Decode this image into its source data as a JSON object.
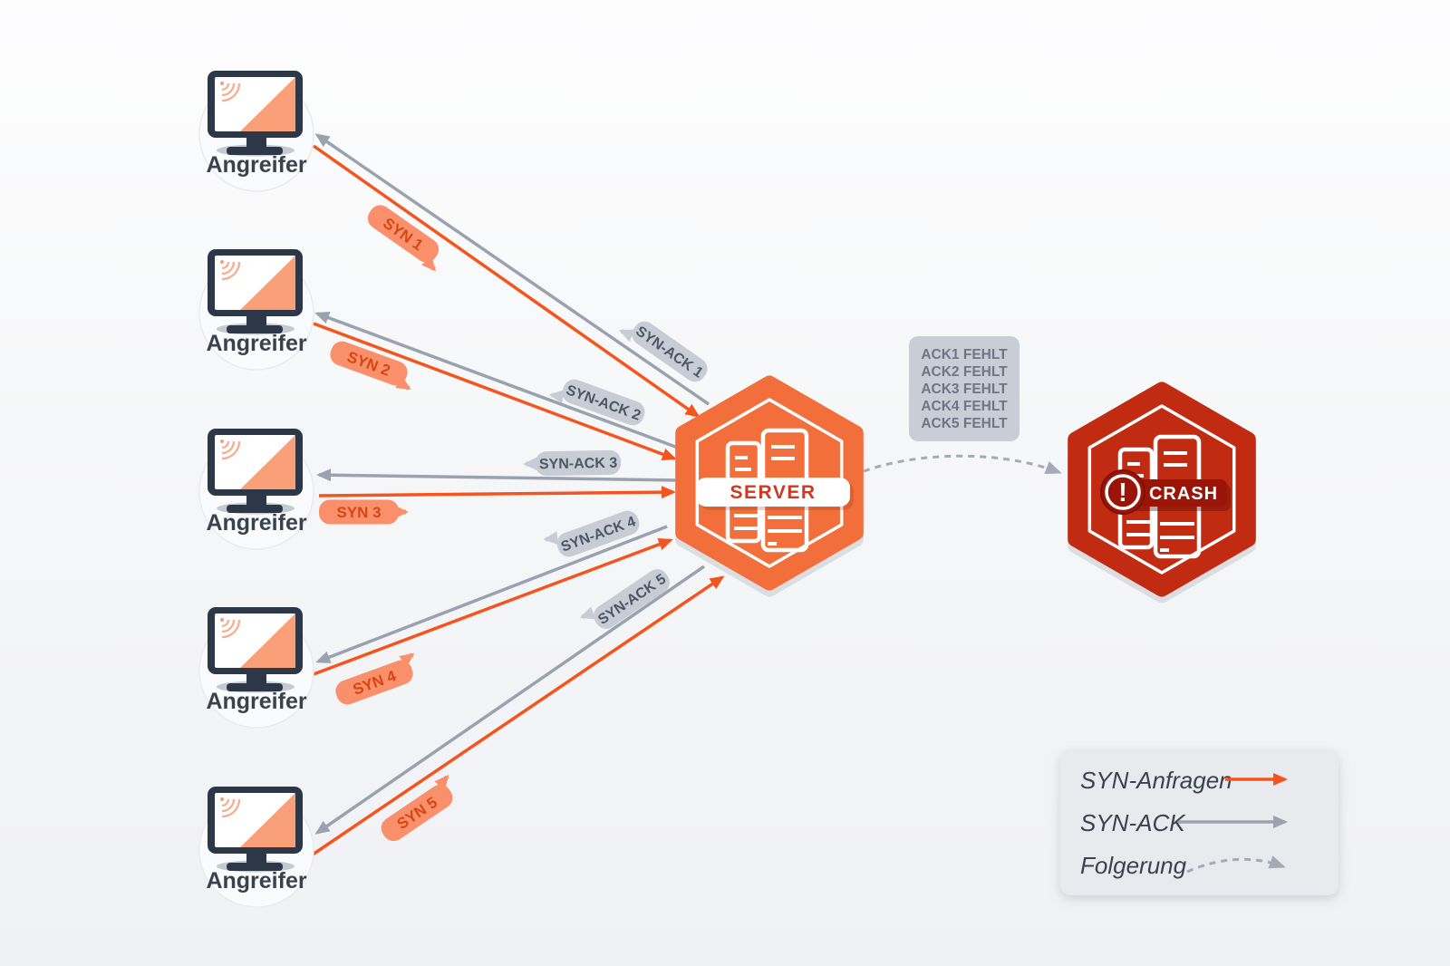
{
  "attackers": [
    {
      "label": "Angreifer"
    },
    {
      "label": "Angreifer"
    },
    {
      "label": "Angreifer"
    },
    {
      "label": "Angreifer"
    },
    {
      "label": "Angreifer"
    }
  ],
  "flows": {
    "syn": [
      "SYN 1",
      "SYN 2",
      "SYN 3",
      "SYN 4",
      "SYN 5"
    ],
    "syn_ack": [
      "SYN-ACK 1",
      "SYN-ACK 2",
      "SYN-ACK 3",
      "SYN-ACK 4",
      "SYN-ACK 5"
    ]
  },
  "server": {
    "label": "SERVER"
  },
  "crash": {
    "label": "CRASH",
    "badge": "!"
  },
  "ack_missing": {
    "lines": [
      "ACK1 FEHLT",
      "ACK2 FEHLT",
      "ACK3 FEHLT",
      "ACK4 FEHLT",
      "ACK5 FEHLT"
    ]
  },
  "legend": {
    "syn_requests_label": "SYN-Anfragen",
    "syn_ack_label": "SYN-ACK",
    "consequence_label": "Folgerung"
  },
  "colors": {
    "syn_arrow": "#F4551F",
    "syn_ack_arrow": "#9AA2B0",
    "pill_syn_bg": "#F9906B",
    "pill_syn_text": "#D64612",
    "pill_ack_bg": "#C8CCD5",
    "pill_ack_text": "#4E5666",
    "server_hex": "#F26F3C",
    "crash_hex": "#C12B11",
    "crash_banner": "#9A1507",
    "server_text": "#CB3A20",
    "ack_box_bg": "#C9CDD6",
    "ack_box_text": "#6E7685",
    "label_text": "#39424E",
    "legend_bg": "#E9EAED",
    "dashed": "#A3ABB8",
    "monitor_dark": "#2C3848",
    "monitor_accent": "#F9A078"
  }
}
